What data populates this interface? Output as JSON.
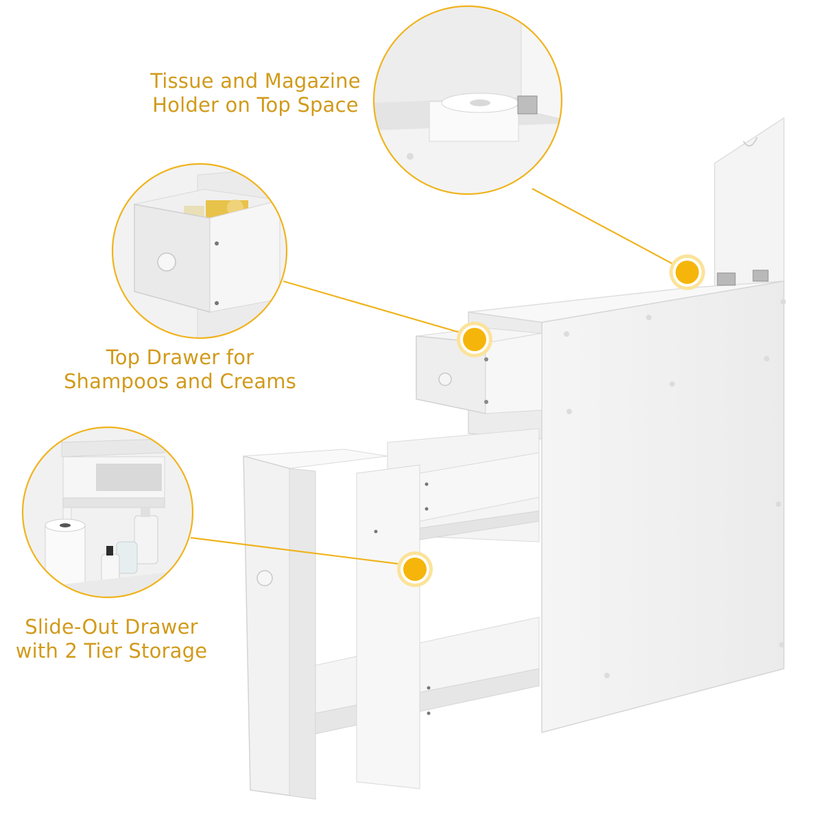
{
  "callouts": [
    {
      "lines": [
        "Tissue and Magazine",
        "Holder on Top Space"
      ]
    },
    {
      "lines": [
        "Top Drawer for",
        "Shampoos and Creams"
      ]
    },
    {
      "lines": [
        "Slide-Out Drawer",
        "with 2 Tier Storage"
      ]
    }
  ],
  "colors": {
    "accent_text": "#d19a1a",
    "marker_fill": "#f5b50a",
    "marker_ring": "#fbe39a",
    "leader_line": "#f0b31c",
    "cabinet": "#f3f3f3",
    "cabinet_shade": "#e2e2e2",
    "background": "#ffffff"
  }
}
